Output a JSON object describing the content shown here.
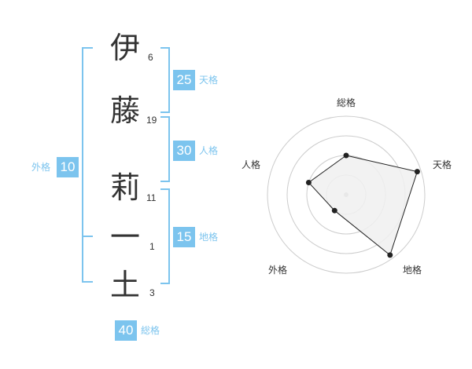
{
  "name": {
    "chars": [
      {
        "char": "伊",
        "strokes": "6"
      },
      {
        "char": "藤",
        "strokes": "19"
      },
      {
        "char": "莉",
        "strokes": "11"
      },
      {
        "char": "一",
        "strokes": "1"
      },
      {
        "char": "土",
        "strokes": "3"
      }
    ]
  },
  "fortunes": {
    "tenkaku": {
      "value": "25",
      "label": "天格"
    },
    "jinkaku": {
      "value": "30",
      "label": "人格"
    },
    "chikaku": {
      "value": "15",
      "label": "地格"
    },
    "gaikaku": {
      "value": "10",
      "label": "外格"
    },
    "soukaku": {
      "value": "40",
      "label": "総格"
    }
  },
  "chart_data": {
    "type": "radar",
    "axes": [
      "総格",
      "天格",
      "地格",
      "外格",
      "人格"
    ],
    "values": [
      0.5,
      0.95,
      0.95,
      0.25,
      0.5
    ],
    "rings": 4,
    "colors": {
      "fill": "#f0f0f0",
      "line": "#222222",
      "ring": "#cccccc"
    }
  },
  "colors": {
    "accent": "#7cc4ee"
  }
}
